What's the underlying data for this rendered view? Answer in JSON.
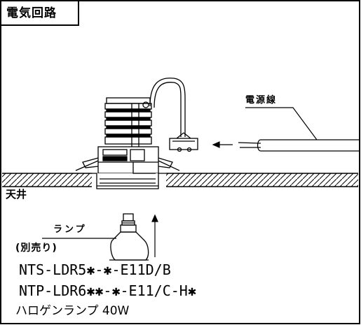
{
  "title": "電気回路",
  "labels": {
    "power_cable": "電源線",
    "ceiling": "天井",
    "lamp": "ランプ",
    "sold_separately": "(別売り)",
    "model_1": "NTS-LDR5✱-✱-E11D/B",
    "model_2": "NTP-LDR6✱✱-✱-E11/C-H✱",
    "halogen_lamp": "ハロゲンランプ 40W"
  },
  "colors": {
    "line": "#000000",
    "background": "#ffffff"
  }
}
